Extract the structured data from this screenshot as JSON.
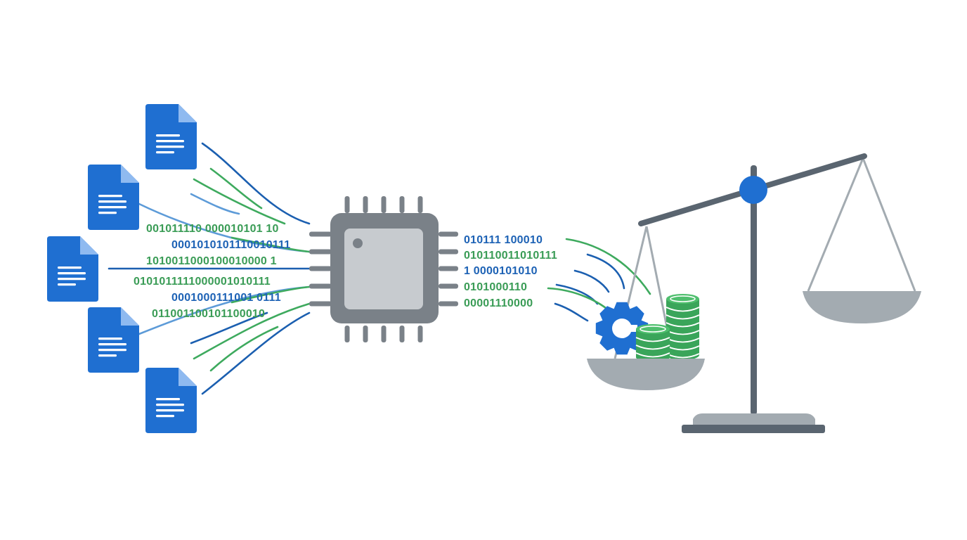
{
  "colors": {
    "doc_blue": "#1f6fd1",
    "doc_fold": "#8fbaf0",
    "line_dark_blue": "#1b5fb0",
    "line_light_blue": "#5d9bd8",
    "green": "#3eaa5e",
    "binary_blue": "#1d62b5",
    "binary_green": "#3a9c56",
    "chip_frame": "#7a8188",
    "chip_die": "#c7cbcf",
    "scale_dark": "#5a6570",
    "scale_light": "#a3abb1",
    "scale_pivot": "#1f6fd1",
    "gear_blue": "#1f6fd1",
    "coin_green": "#3aa55a"
  },
  "input_binary": [
    {
      "text": "001011110 000010101 10",
      "tone": "green"
    },
    {
      "text": "0001010101110010111",
      "tone": "blue"
    },
    {
      "text": "1010011000100010000 1",
      "tone": "green"
    },
    {
      "text": "0101011111000001010111",
      "tone": "green"
    },
    {
      "text": "0001000111001 0111",
      "tone": "blue"
    },
    {
      "text": "011001100101100010",
      "tone": "green"
    }
  ],
  "output_binary": [
    {
      "text": "010111 100010",
      "tone": "blue"
    },
    {
      "text": "010110011010111",
      "tone": "green"
    },
    {
      "text": "1 0000101010",
      "tone": "blue"
    },
    {
      "text": "0101000110",
      "tone": "green"
    },
    {
      "text": "00001110000",
      "tone": "green"
    }
  ],
  "icons": {
    "documents": "document-icon",
    "processor": "cpu-chip-icon",
    "gear": "gear-icon",
    "coins": "coin-stack-icon",
    "scale": "balance-scale-icon"
  }
}
